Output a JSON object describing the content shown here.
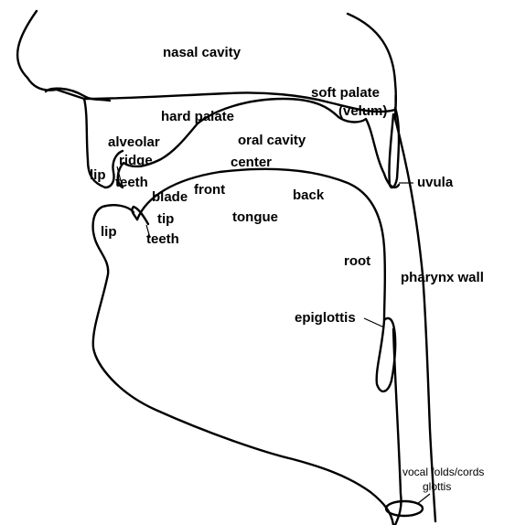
{
  "labels": {
    "nasal_cavity": "nasal cavity",
    "soft_palate": "soft palate",
    "velum": "(velum)",
    "hard_palate": "hard palate",
    "alveolar": "alveolar",
    "ridge": "ridge",
    "oral_cavity": "oral cavity",
    "lip_upper": "lip",
    "teeth_upper": "teeth",
    "center": "center",
    "uvula": "uvula",
    "blade": "blade",
    "front": "front",
    "back": "back",
    "tip": "tip",
    "tongue": "tongue",
    "lip_lower": "lip",
    "teeth_lower": "teeth",
    "root": "root",
    "pharynx_wall": "pharynx wall",
    "epiglottis": "epiglottis",
    "vocal_folds": "vocal folds/cords",
    "glottis": "glottis"
  }
}
